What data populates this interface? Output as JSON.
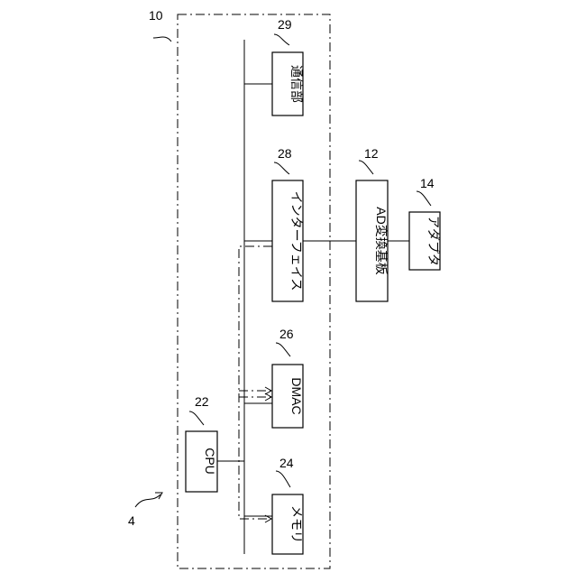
{
  "blocks": {
    "communication": {
      "label": "通信部",
      "ref": "29"
    },
    "interface": {
      "label": "インターフェイス",
      "ref": "28"
    },
    "dmac": {
      "label": "DMAC",
      "ref": "26"
    },
    "memory": {
      "label": "メモリ",
      "ref": "24"
    },
    "cpu": {
      "label": "CPU",
      "ref": "22"
    },
    "ad_board": {
      "label": "AD変換基板",
      "ref": "12"
    },
    "adapter": {
      "label": "アダプタ",
      "ref": "14"
    }
  },
  "refs": {
    "device": "10",
    "system": "4"
  }
}
